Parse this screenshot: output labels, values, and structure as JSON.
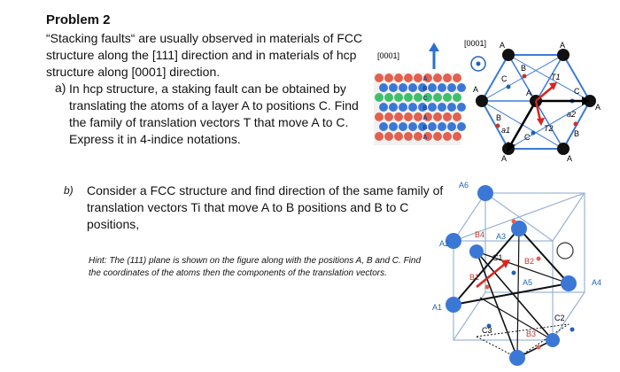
{
  "problem": {
    "title": "Problem 2",
    "intro": "“Stacking faults“ are usually observed in materials of FCC structure along the [111] direction and in materials of hcp structure along [0001] direction.",
    "part_a_label": "a)",
    "part_a": "In hcp structure, a staking fault can be obtained by translating the atoms of a layer A to positions C. Find the family of translation vectors T that move A to C. Express it in 4-indice notations.",
    "part_b_label": "b)",
    "part_b": "Consider a FCC structure and find direction of the same family of translation vectors Ti that move A to B positions and B to C positions,",
    "hint": "Hint: The (111) plane is shown on the figure along with the positions A, B and C. Find the coordinates of the atoms then the components of the translation vectors."
  },
  "figure_stack": {
    "direction_label": "[0001]",
    "layer_letters": [
      "A",
      "B",
      "C",
      "B",
      "A",
      "B",
      "A"
    ]
  },
  "figure_hex": {
    "direction_label": "[0001]",
    "labels": {
      "A": "A",
      "B": "B",
      "C": "C",
      "T1": "T1",
      "T2": "T2",
      "a1": "a1",
      "a2": "a2"
    }
  },
  "figure_cube": {
    "labels": {
      "A1": "A1",
      "A2": "A2",
      "A3": "A3",
      "A4": "A4",
      "A5": "A5",
      "A6": "A6",
      "B1": "B1",
      "B2": "B2",
      "B3": "B3",
      "B4": "B4",
      "C1": "C1",
      "C2": "C2",
      "C3": "C3"
    }
  },
  "colors": {
    "atom_blue": "#3b78d6",
    "atom_red": "#e2604e",
    "atom_green": "#3fbf6a",
    "arrow_red": "#d9251e",
    "label_blue": "#1f63b5",
    "label_red": "#c0392b"
  }
}
